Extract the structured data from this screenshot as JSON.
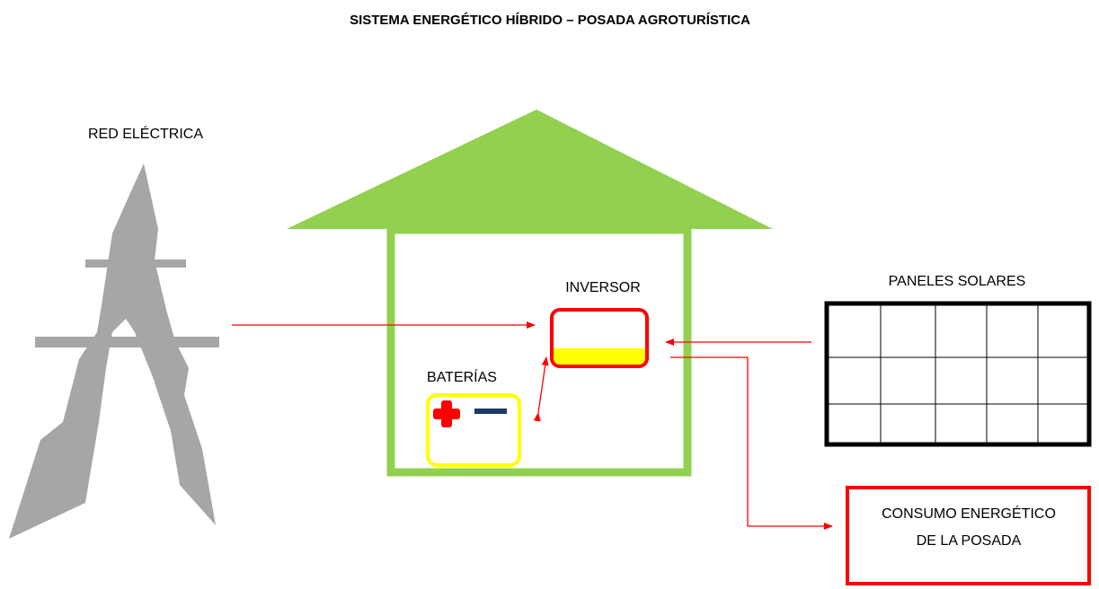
{
  "title": "SISTEMA ENERGÉTICO HÍBRIDO – POSADA AGROTURÍSTICA",
  "labels": {
    "grid": "RED ELÉCTRICA",
    "inverter": "INVERSOR",
    "batteries": "BATERÍAS",
    "solar_panels": "PANELES SOLARES",
    "consumption_line1": "CONSUMO ENERGÉTICO",
    "consumption_line2": "DE LA POSADA"
  },
  "colors": {
    "house": "#92d050",
    "tower": "#a6a6a6",
    "arrows": "#ff0000",
    "inverter_border": "#ff0000",
    "inverter_fill": "#ffff00",
    "battery_border": "#ffff00",
    "battery_plus": "#ff0000",
    "battery_minus": "#1f3864",
    "panel_border": "#000000",
    "consumption_border": "#ff0000"
  },
  "icons": {
    "tower": "transmission-tower-icon",
    "battery_plus": "plus-icon",
    "battery_minus": "minus-icon"
  },
  "connections": [
    {
      "from": "RED ELÉCTRICA",
      "to": "INVERSOR"
    },
    {
      "from": "PANELES SOLARES",
      "to": "INVERSOR"
    },
    {
      "from": "INVERSOR",
      "to": "BATERÍAS",
      "bidirectional": true
    },
    {
      "from": "INVERSOR",
      "to": "CONSUMO ENERGÉTICO DE LA POSADA"
    }
  ]
}
